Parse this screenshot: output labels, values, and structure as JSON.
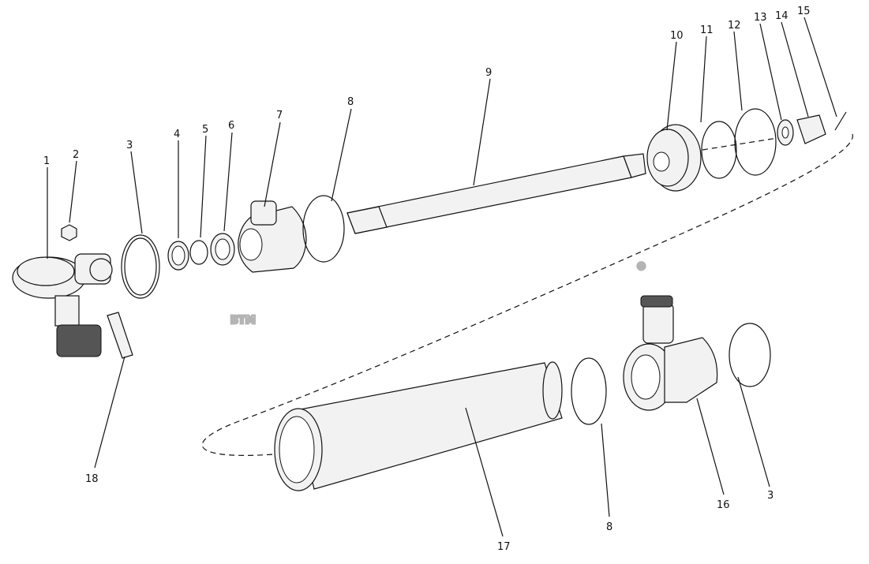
{
  "watermark": {
    "text": "BTM",
    "mark": "®"
  },
  "callouts": [
    {
      "id": "c1",
      "label": "1"
    },
    {
      "id": "c2",
      "label": "2"
    },
    {
      "id": "c3a",
      "label": "3"
    },
    {
      "id": "c4",
      "label": "4"
    },
    {
      "id": "c5",
      "label": "5"
    },
    {
      "id": "c6",
      "label": "6"
    },
    {
      "id": "c7",
      "label": "7"
    },
    {
      "id": "c8a",
      "label": "8"
    },
    {
      "id": "c9",
      "label": "9"
    },
    {
      "id": "c10",
      "label": "10"
    },
    {
      "id": "c11",
      "label": "11"
    },
    {
      "id": "c12",
      "label": "12"
    },
    {
      "id": "c13",
      "label": "13"
    },
    {
      "id": "c14",
      "label": "14"
    },
    {
      "id": "c15",
      "label": "15"
    },
    {
      "id": "c16",
      "label": "16"
    },
    {
      "id": "c3b",
      "label": "3"
    },
    {
      "id": "c8b",
      "label": "8"
    },
    {
      "id": "c17",
      "label": "17"
    },
    {
      "id": "c18",
      "label": "18"
    }
  ]
}
